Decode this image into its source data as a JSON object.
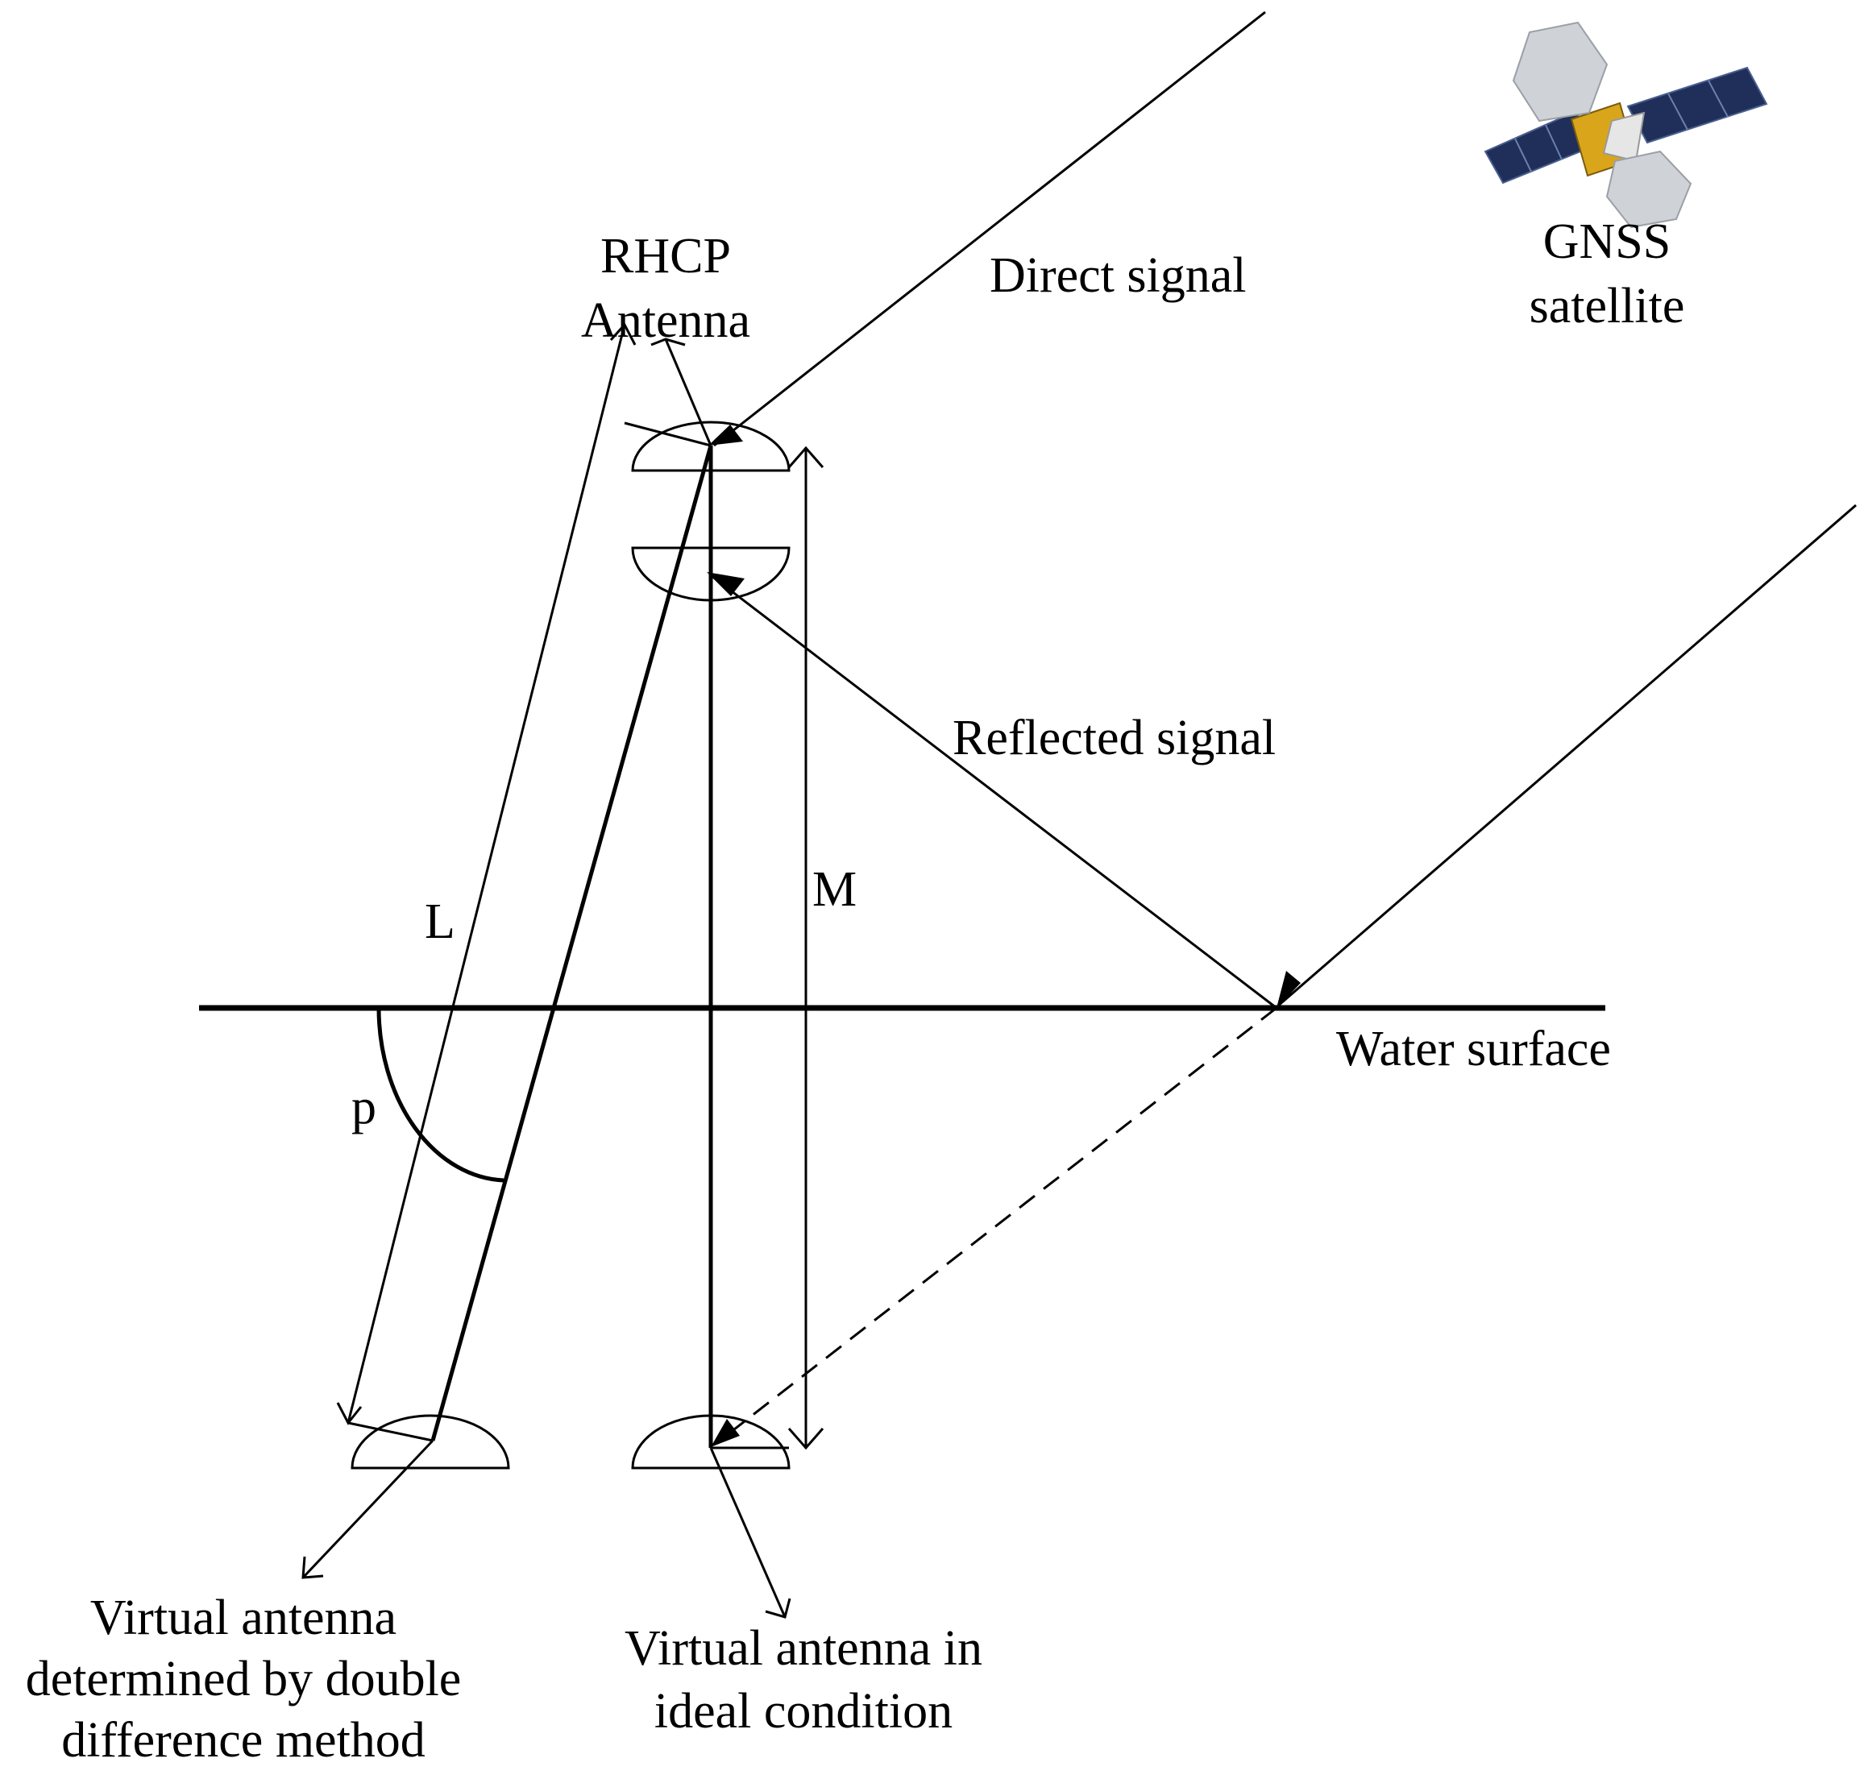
{
  "labels": {
    "rhcp_line1": "RHCP",
    "rhcp_line2": "Antenna",
    "direct_signal": "Direct signal",
    "gnss_line1": "GNSS",
    "gnss_line2": "satellite",
    "reflected_signal": "Reflected signal",
    "water_surface": "Water surface",
    "L": "L",
    "M": "M",
    "p": "p",
    "virtual_dd_line1": "Virtual antenna",
    "virtual_dd_line2": "determined by double",
    "virtual_dd_line3": "difference method",
    "virtual_ideal_line1": "Virtual antenna in",
    "virtual_ideal_line2": "ideal condition"
  },
  "icons": {
    "satellite": "gnss-satellite-icon"
  },
  "colors": {
    "line": "#000000",
    "panel": "#1f2f5a",
    "reflector": "#cfd3d8",
    "body": "#d9a51a"
  }
}
